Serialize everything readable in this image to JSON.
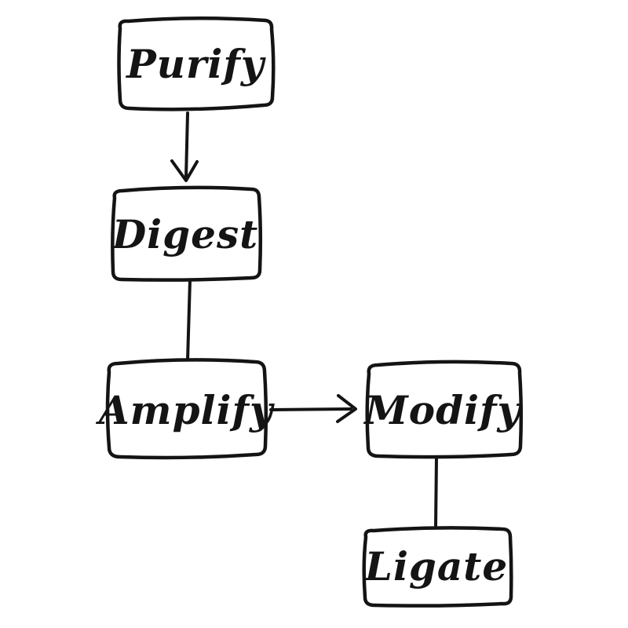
{
  "page": {
    "background_color": "#ffffff",
    "ink_color": "#141414",
    "style": "hand-drawn-sketch"
  },
  "diagram": {
    "type": "flowchart",
    "nodes": [
      {
        "id": "purify",
        "label": "Purify"
      },
      {
        "id": "digest",
        "label": "Digest"
      },
      {
        "id": "amplify",
        "label": "Amplify"
      },
      {
        "id": "modify",
        "label": "Modify"
      },
      {
        "id": "ligate",
        "label": "Ligate"
      }
    ],
    "edges": [
      {
        "from": "purify",
        "to": "digest",
        "connector": "arrow",
        "direction": "down"
      },
      {
        "from": "digest",
        "to": "amplify",
        "connector": "plain-line",
        "direction": "down"
      },
      {
        "from": "amplify",
        "to": "modify",
        "connector": "arrow",
        "direction": "right"
      },
      {
        "from": "modify",
        "to": "ligate",
        "connector": "plain-line",
        "direction": "down"
      }
    ]
  }
}
